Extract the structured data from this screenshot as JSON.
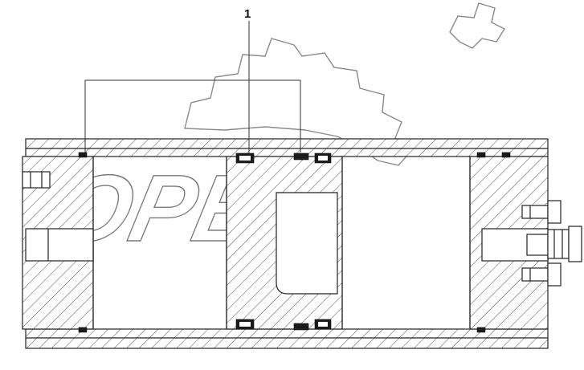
{
  "drawing": {
    "callouts": [
      {
        "label": "1"
      }
    ],
    "watermark": {
      "text": "OPEX"
    },
    "colors": {
      "line": "#222222",
      "hatch": "#555555",
      "background": "#ffffff",
      "watermark_outline": "#7a7a7a"
    },
    "parts": [
      "cylinder-tube",
      "rear-end-cap",
      "front-end-cap",
      "piston",
      "piston-seal",
      "tie-bolt",
      "adjustment-screw"
    ]
  }
}
